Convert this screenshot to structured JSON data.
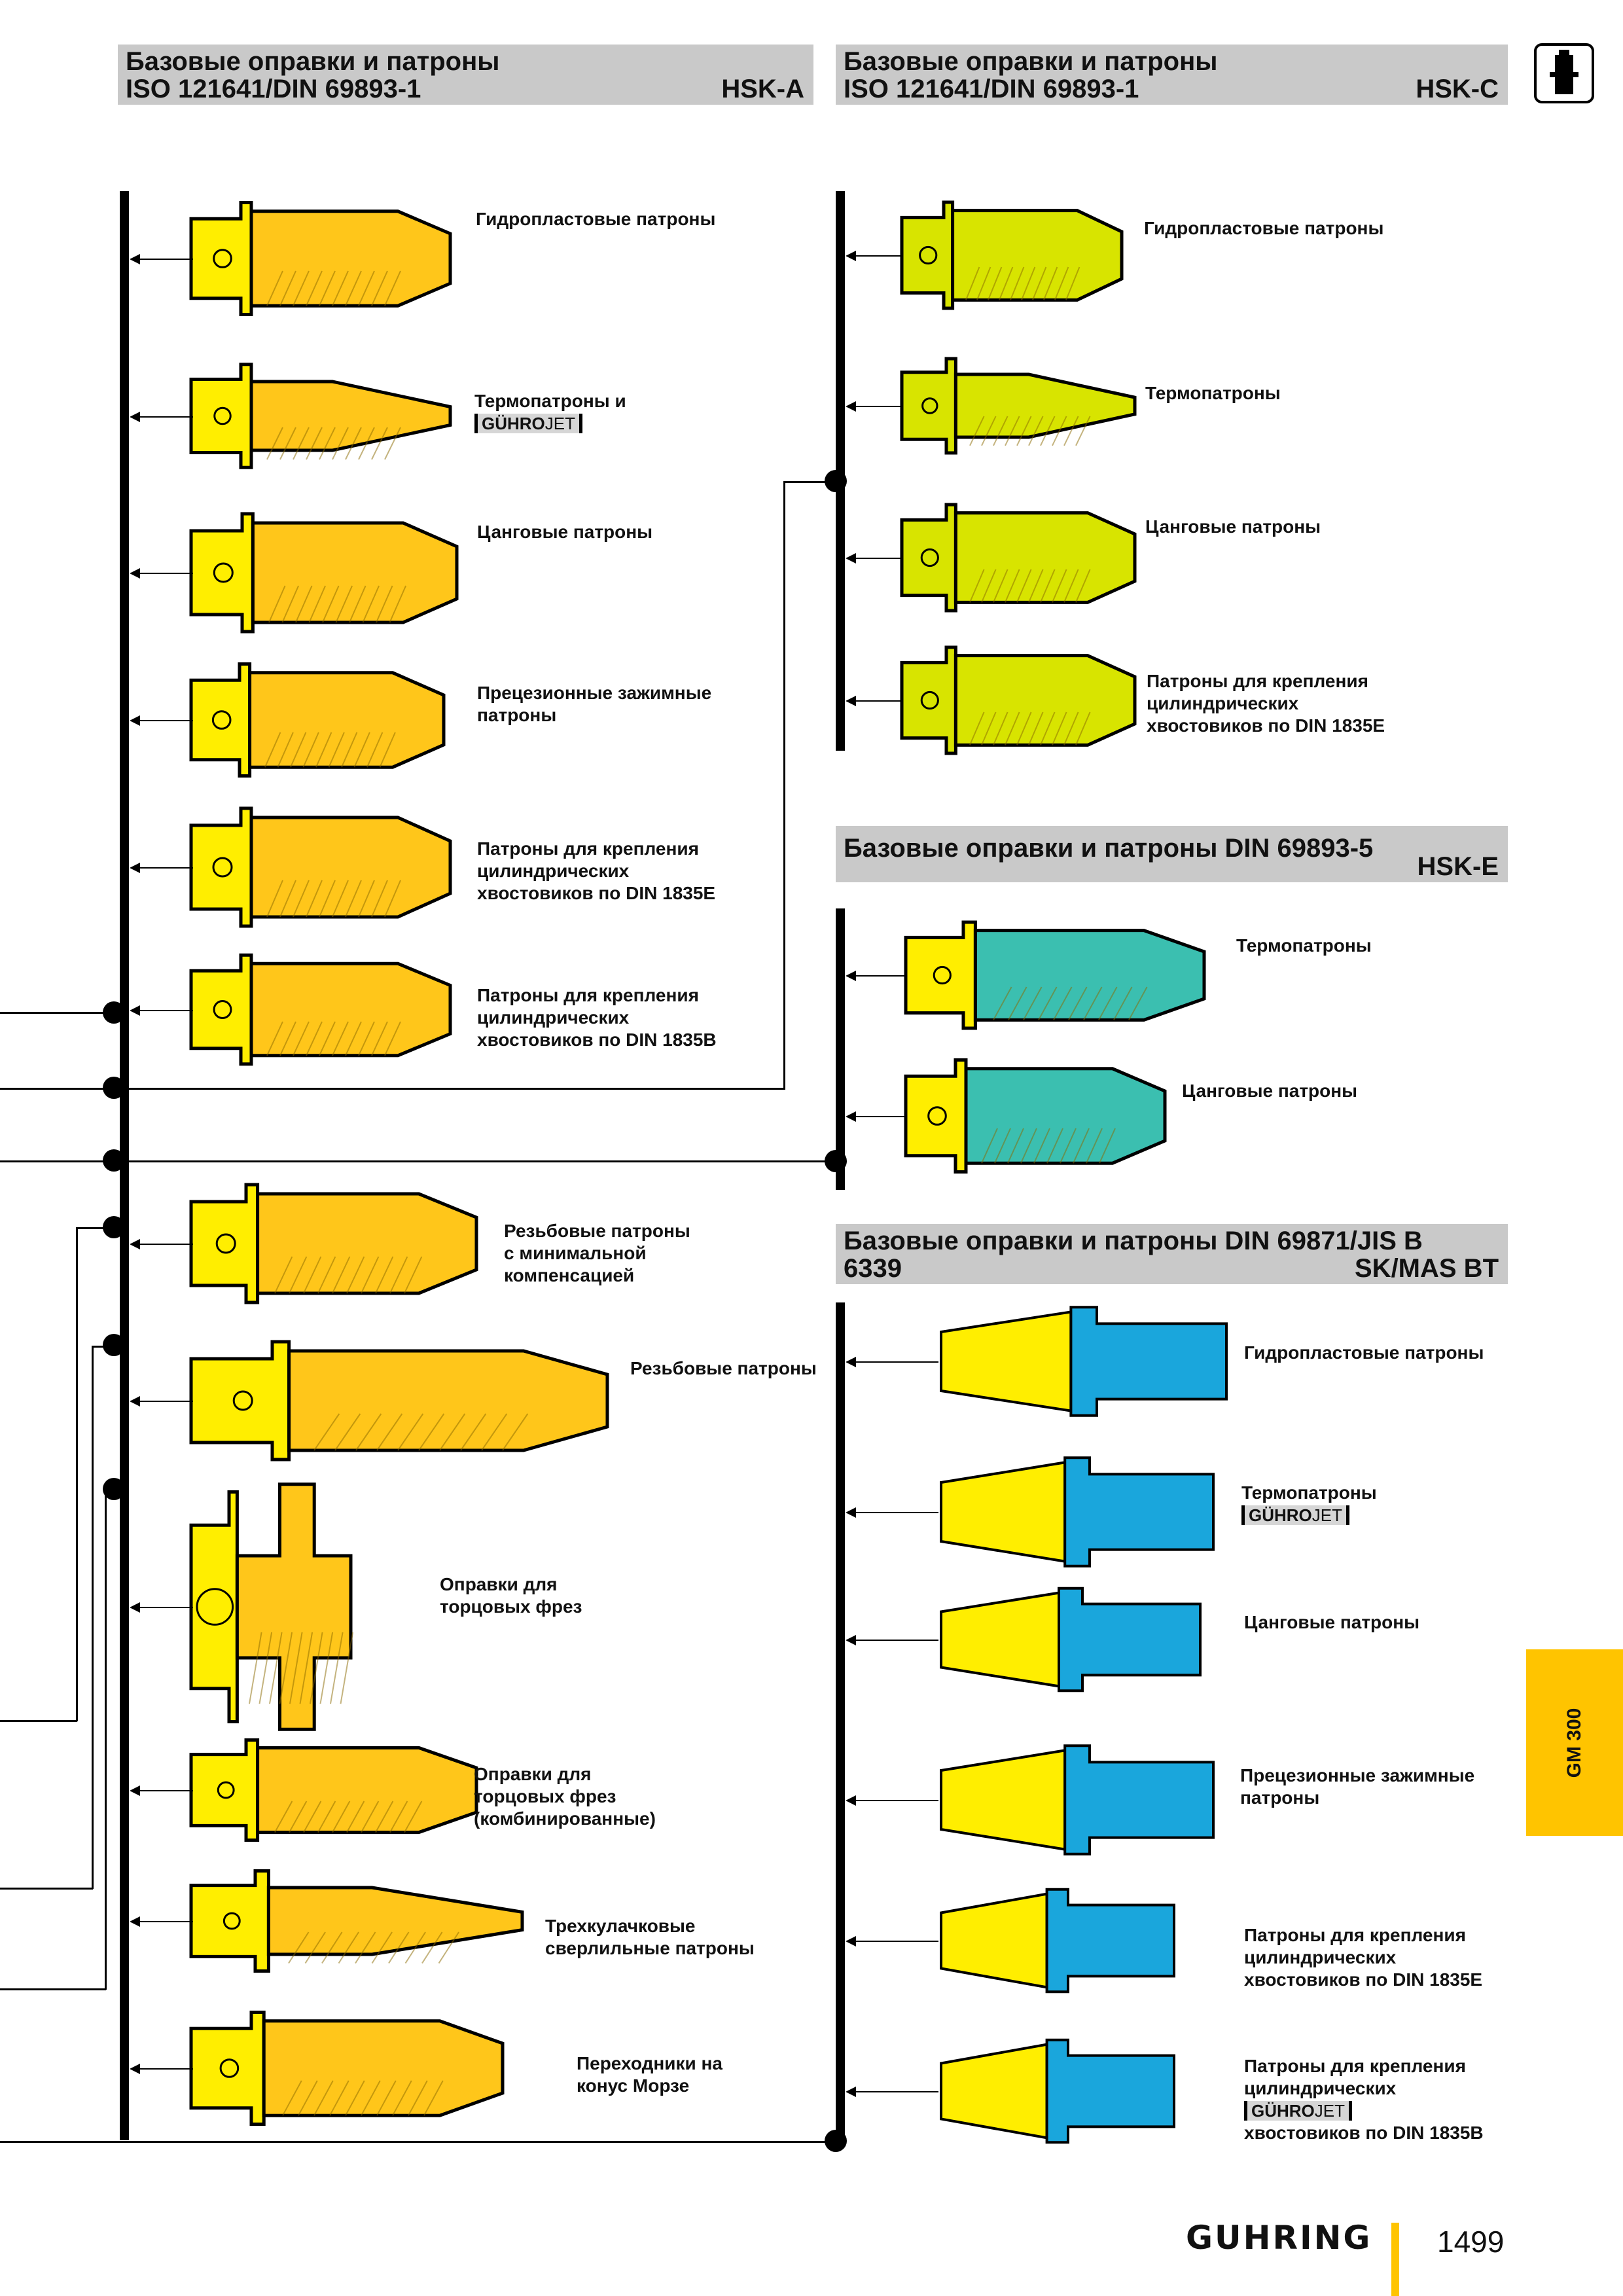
{
  "headers": {
    "hsk_a": {
      "line1": "Базовые оправки и патроны",
      "line2": "ISO 121641/DIN 69893-1",
      "tag": "HSK-A"
    },
    "hsk_c": {
      "line1": "Базовые оправки и патроны",
      "line2": "ISO 121641/DIN 69893-1",
      "tag": "HSK-C"
    },
    "hsk_e": {
      "line1": "Базовые оправки и патроны DIN 69893-5",
      "tag": "HSK-E"
    },
    "sk": {
      "line1": "Базовые оправки и патроны DIN 69871/JIS B",
      "line2": "6339",
      "tag": "SK/MAS BT"
    }
  },
  "guhrojet": {
    "bold": "GÜHRO",
    "light": "JET"
  },
  "hsk_a_items": [
    {
      "label": "Гидропластовые патроны"
    },
    {
      "label": "Термопатроны и",
      "logo": true
    },
    {
      "label": "Цанговые патроны"
    },
    {
      "label": "Прецезионные зажимные\nпатроны"
    },
    {
      "label": "Патроны для крепления\nцилиндрических\nхвостовиков по DIN 1835E"
    },
    {
      "label": "Патроны для крепления\nцилиндрических\nхвостовиков по DIN 1835B"
    },
    {
      "label": "Резьбовые патроны\nс минимальной\nкомпенсацией"
    },
    {
      "label": "Резьбовые патроны"
    },
    {
      "label": "Оправки для\nторцовых фрез"
    },
    {
      "label": "Оправки для\nторцовых фрез\n(комбинированные)"
    },
    {
      "label": "Трехкулачковые\nсверлильные патроны"
    },
    {
      "label": "Переходники на\nконус Морзе"
    }
  ],
  "hsk_c_items": [
    {
      "label": "Гидропластовые патроны"
    },
    {
      "label": "Термопатроны"
    },
    {
      "label": "Цанговые патроны"
    },
    {
      "label": "Патроны для крепления\nцилиндрических\nхвостовиков по DIN 1835E"
    }
  ],
  "hsk_e_items": [
    {
      "label": "Термопатроны"
    },
    {
      "label": "Цанговые патроны"
    }
  ],
  "sk_items": [
    {
      "label": "Гидропластовые патроны"
    },
    {
      "label": "Термопатроны",
      "logo": true
    },
    {
      "label": "Цанговые патроны"
    },
    {
      "label": "Прецезионные зажимные\nпатроны"
    },
    {
      "label": "Патроны для крепления\nцилиндрических\nхвостовиков по DIN 1835E"
    },
    {
      "label": "Патроны для крепления\nцилиндрических",
      "logo": true,
      "after": "хвостовиков по DIN 1835B"
    }
  ],
  "side_tab": "GM 300",
  "footer": {
    "brand": "GUHRING",
    "page": "1499"
  },
  "colors": {
    "hsk_a_body": "#ffc61a",
    "hsk_a_shank": "#ffee00",
    "hsk_c_body": "#d8e400",
    "hsk_e_body": "#3bbfb0",
    "sk_body": "#1aa6dc",
    "sk_taper": "#ffee00",
    "header_bg": "#c9c9c9",
    "accent": "#ffc400"
  }
}
